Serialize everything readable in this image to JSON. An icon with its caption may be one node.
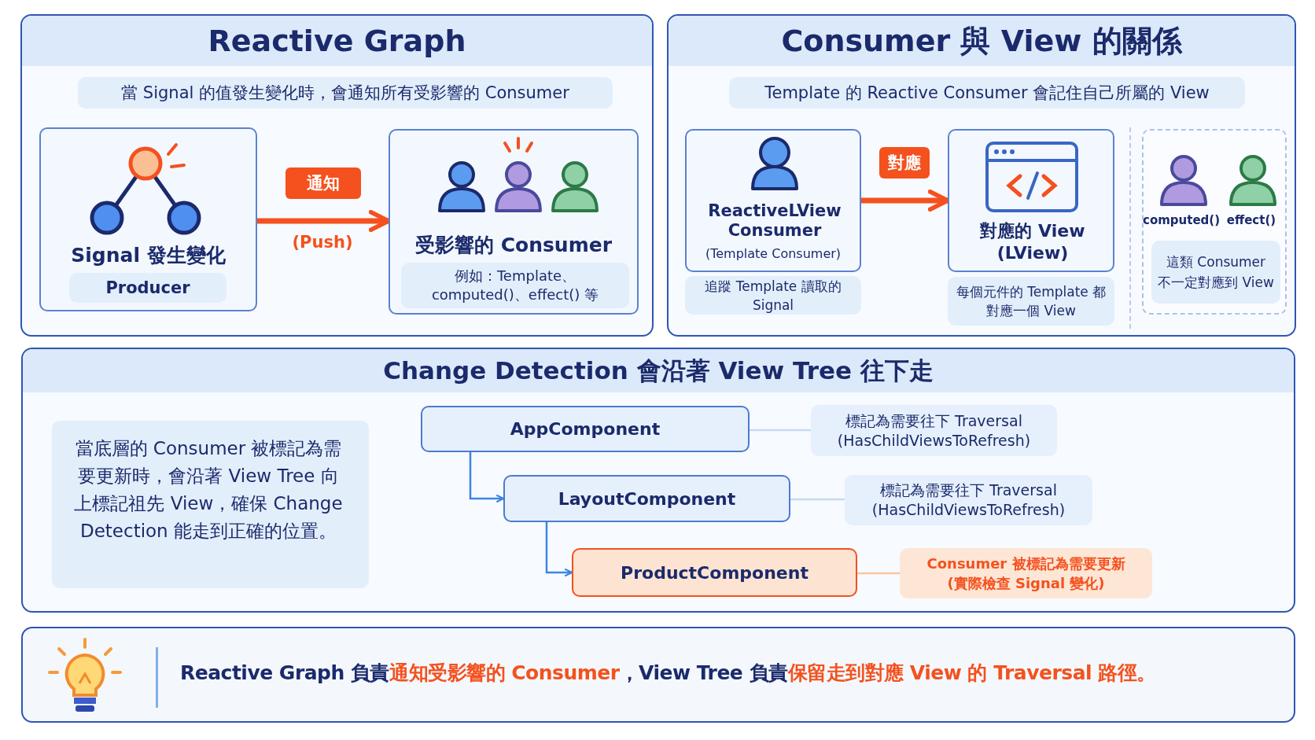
{
  "diagram": {
    "nodes": [
      {
        "text": [
          "Reactive Graph",
          "當 Signal 的值發生變化時，會通知所有受影響的 Consumer"
        ]
      },
      {
        "text": [
          "Signal 發生變化",
          "Producer"
        ],
        "in": 0
      },
      {
        "text": [
          "受影響的 Consumer",
          "例如：Template、computed()、effect() 等"
        ],
        "in": 0
      },
      {
        "text": [
          "Consumer 與 View 的關係",
          "Template 的 Reactive Consumer 會記住自己所屬的 View"
        ]
      },
      {
        "text": [
          "ReactiveLView Consumer",
          "(Template Consumer)"
        ],
        "beside": [
          "追蹤 Template 讀取的 Signal"
        ],
        "in": 3
      },
      {
        "text": [
          "對應的 View (LView)"
        ],
        "beside": [
          "每個元件的 Template 都對應一個 View"
        ],
        "in": 3
      },
      {
        "text": [
          "computed()",
          "effect()",
          "這類 Consumer 不一定對應到 View"
        ],
        "in": 3
      },
      {
        "text": [
          "Change Detection 會沿著 View Tree 往下走"
        ]
      },
      {
        "text": [
          "當底層的 Consumer 被標記為需要更新時，會沿著 View Tree 向上標記祖先 View，確保 Change Detection 能走到正確的位置。"
        ],
        "in": 7
      },
      {
        "text": [
          "AppComponent"
        ],
        "in": 7
      },
      {
        "text": [
          "LayoutComponent"
        ],
        "in": 7
      },
      {
        "text": [
          "ProductComponent"
        ],
        "in": 7
      },
      {
        "text": [
          "標記為需要往下 Traversal (HasChildViewsToRefresh)"
        ],
        "in": 7
      },
      {
        "text": [
          "標記為需要往下 Traversal (HasChildViewsToRefresh)"
        ],
        "in": 7
      },
      {
        "text": [
          "Consumer 被標記為需要更新 (實際檢查 Signal 變化)"
        ],
        "in": 7
      },
      {
        "text": [
          "Reactive Graph 負責",
          "通知受影響的 Consumer",
          "，View Tree 負責",
          "保留走到對應 View 的 Traversal 路徑。"
        ]
      }
    ],
    "edges": [
      {
        "from": 1,
        "to": 2,
        "arrow": "to",
        "label": "通知",
        "style": "thick",
        "color": "#f4511e"
      },
      {
        "from": 4,
        "to": 5,
        "arrow": "to",
        "label": "對應",
        "style": "thick",
        "color": "#f4511e"
      },
      {
        "from": 9,
        "to": 10,
        "arrow": "to",
        "color": "#3d86e0"
      },
      {
        "from": 10,
        "to": 11,
        "arrow": "to",
        "color": "#3d86e0"
      },
      {
        "from": 9,
        "to": 12,
        "arrow": "none",
        "color": "#c5daf2"
      },
      {
        "from": 10,
        "to": 13,
        "arrow": "none",
        "color": "#c5daf2"
      },
      {
        "from": 11,
        "to": 14,
        "arrow": "none",
        "color": "#f7c6a3"
      }
    ],
    "labels": [
      "(Push)"
    ]
  }
}
